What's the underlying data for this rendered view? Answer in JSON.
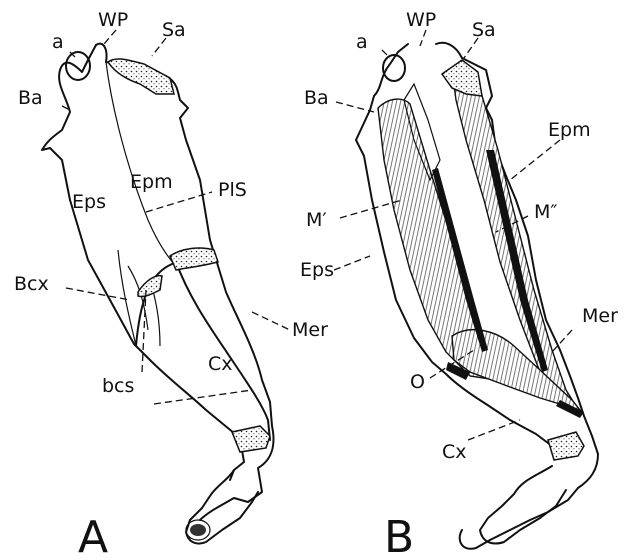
{
  "panels": {
    "a": {
      "letter": "A",
      "labels": {
        "a": "a",
        "wp": "WP",
        "sa": "Sa",
        "ba": "Ba",
        "eps": "Eps",
        "epm": "Epm",
        "pls": "PlS",
        "bcx": "Bcx",
        "mer": "Mer",
        "cx": "Cx",
        "bcs": "bcs"
      }
    },
    "b": {
      "letter": "B",
      "labels": {
        "a": "a",
        "wp": "WP",
        "sa": "Sa",
        "ba": "Ba",
        "epm": "Epm",
        "m1": "M′",
        "m2": "M″",
        "eps": "Eps",
        "mer": "Mer",
        "o": "O",
        "cx": "Cx"
      }
    }
  }
}
